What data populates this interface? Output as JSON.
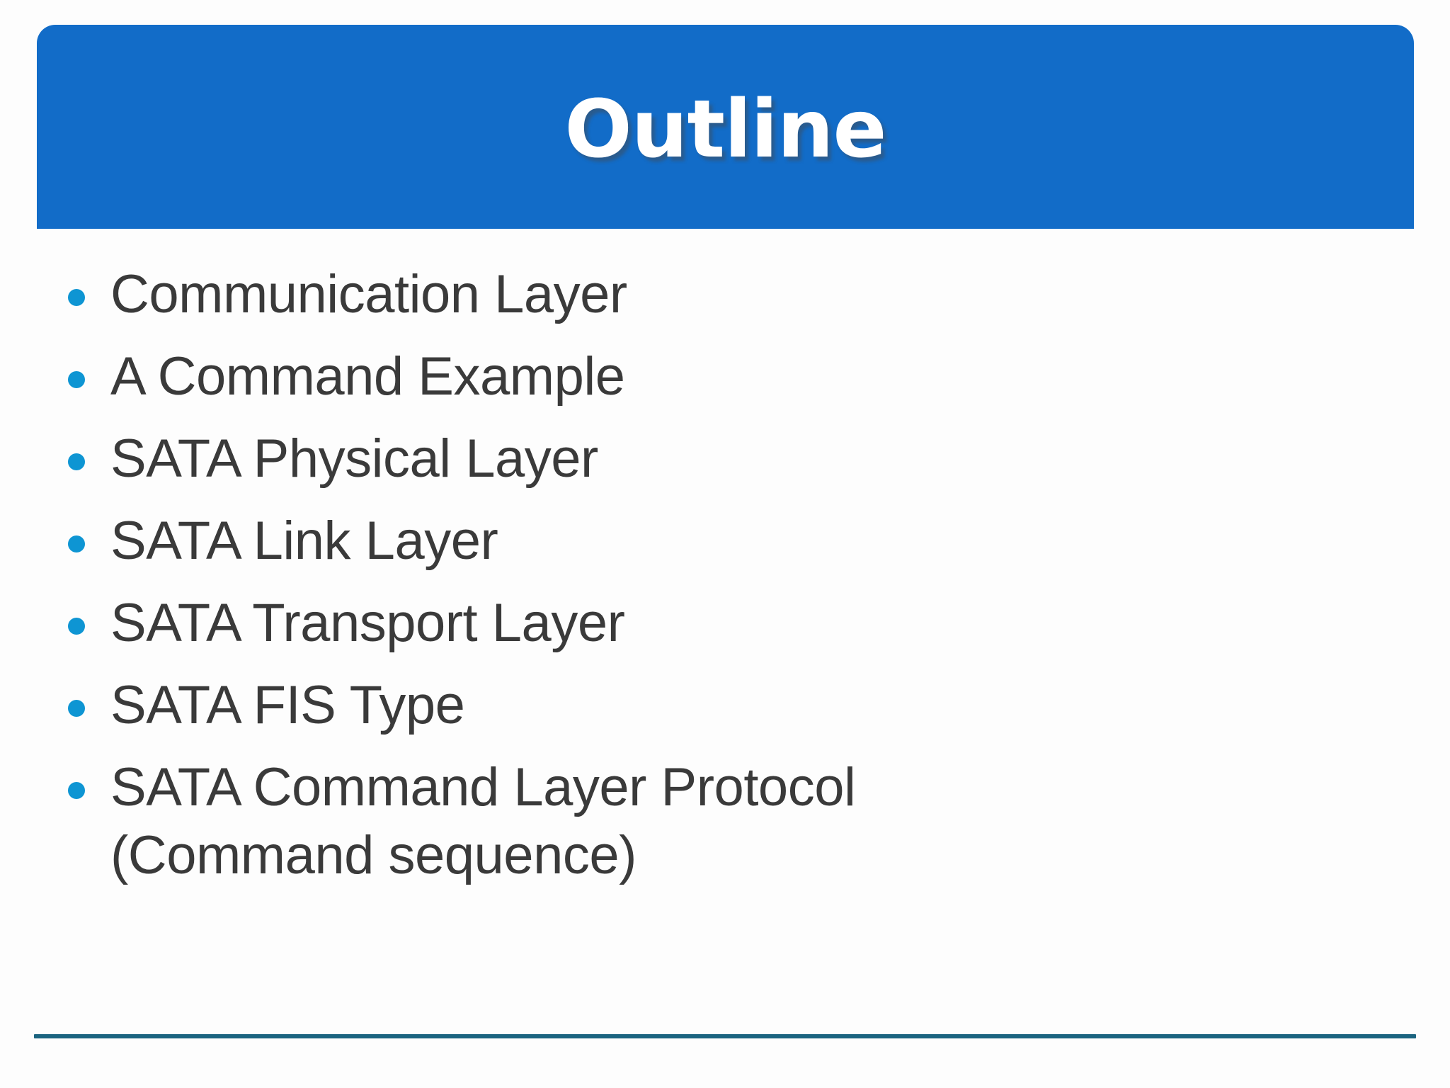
{
  "slide": {
    "title": "Outline",
    "accent_blue": "#126CC8",
    "bullet_color": "#0E95D3",
    "text_color": "#3a3a3a",
    "rule_color": "#1B6480",
    "background": "#fdfdfd"
  },
  "bullets": [
    {
      "label": "Communication Layer",
      "subline": ""
    },
    {
      "label": "A Command Example",
      "subline": ""
    },
    {
      "label": "SATA Physical Layer",
      "subline": ""
    },
    {
      "label": "SATA Link Layer",
      "subline": ""
    },
    {
      "label": "SATA Transport Layer",
      "subline": ""
    },
    {
      "label": "SATA FIS Type",
      "subline": ""
    },
    {
      "label": "SATA Command Layer Protocol",
      "subline": "(Command sequence)"
    }
  ]
}
